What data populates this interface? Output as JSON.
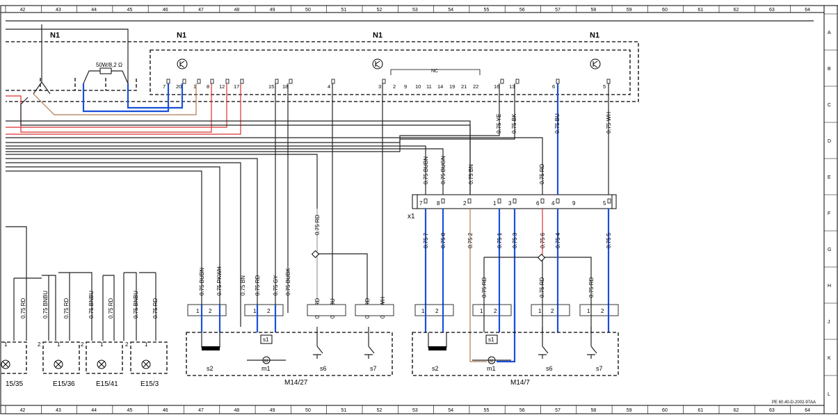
{
  "grid": {
    "columns": [
      "42",
      "43",
      "44",
      "45",
      "46",
      "47",
      "48",
      "49",
      "50",
      "51",
      "52",
      "53",
      "54",
      "55",
      "56",
      "57",
      "58",
      "59",
      "60",
      "61",
      "62",
      "63",
      "64"
    ],
    "rows": [
      "A",
      "B",
      "C",
      "D",
      "E",
      "F",
      "G",
      "H",
      "J",
      "K",
      "L"
    ]
  },
  "control_unit": {
    "label": "N1",
    "resistor": "50W/8,2 Ω",
    "nc_label": "NC",
    "pins": [
      "7",
      "20",
      "1",
      "8",
      "12",
      "17",
      "15",
      "18",
      "4",
      "3",
      "2",
      "9",
      "10",
      "11",
      "14",
      "19",
      "21",
      "22",
      "16",
      "13",
      "6",
      "5"
    ]
  },
  "upper_wires": [
    "0.75 YE",
    "0.75 BK",
    "0.75 BU",
    "0.75 WH",
    "0.75 BUBN",
    "0.75 BUGN",
    "0.75 BN",
    "0.75 RD"
  ],
  "connector": {
    "label": "x1",
    "pins": [
      "7",
      "8",
      "2",
      "1",
      "3",
      "6",
      "4",
      "9",
      "5"
    ],
    "lower_wires": [
      "0.75 7",
      "0.75 8",
      "0.75 2",
      "0.75 1",
      "0.75 3",
      "0.75 6",
      "0.75 4",
      "0.75 5"
    ]
  },
  "mid_wires": [
    "0.75 RD",
    "0.75 BUBN",
    "0.75 PKWH",
    "0.75 BN",
    "0.75 RD",
    "0.75 GY",
    "0.75 BUBK",
    "0.75 RD",
    "0.75 BU",
    "0.75 RD",
    "0.75 WH",
    "0.75 RD",
    "0.75 RD",
    "0.75 RD"
  ],
  "lamp_wires": [
    "0.75 RD",
    "0.75 BNBU",
    "0.75 RD",
    "0.75 BNBU",
    "0.75 RD",
    "0.75 BNBU",
    "0.75 RD"
  ],
  "lamps": [
    "15/35",
    "E15/36",
    "E15/41",
    "E15/3"
  ],
  "modules": [
    {
      "label": "M14/27",
      "parts": [
        "s2",
        "m1",
        "s6",
        "s7"
      ]
    },
    {
      "label": "M14/7",
      "parts": [
        "s2",
        "m1",
        "s6",
        "s7"
      ]
    }
  ],
  "misc": {
    "s1": "s1",
    "motor": "M",
    "pin1": "1",
    "pin2": "2"
  },
  "doc_ref": "PE 60.40-D-2002-97AA"
}
